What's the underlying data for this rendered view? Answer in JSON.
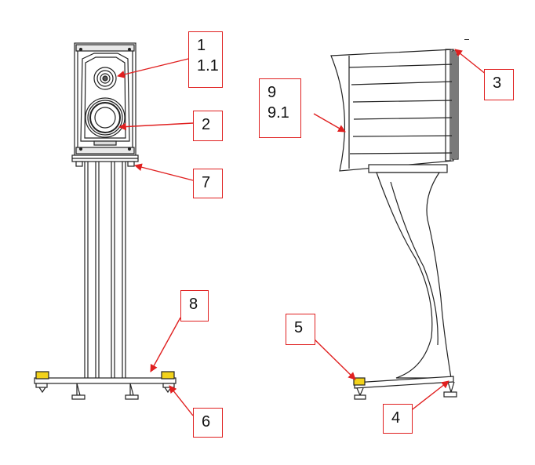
{
  "callouts": {
    "c1": [
      "1",
      "1.1"
    ],
    "c2": "2",
    "c3": "3",
    "c4": "4",
    "c5": "5",
    "c6": "6",
    "c7": "7",
    "c8": "8",
    "c9": [
      "9",
      "9.1"
    ]
  },
  "colors": {
    "outline": "#222222",
    "callout_border": "#e02020",
    "arrow": "#e02020",
    "foot_pad": "#f2d21a"
  }
}
